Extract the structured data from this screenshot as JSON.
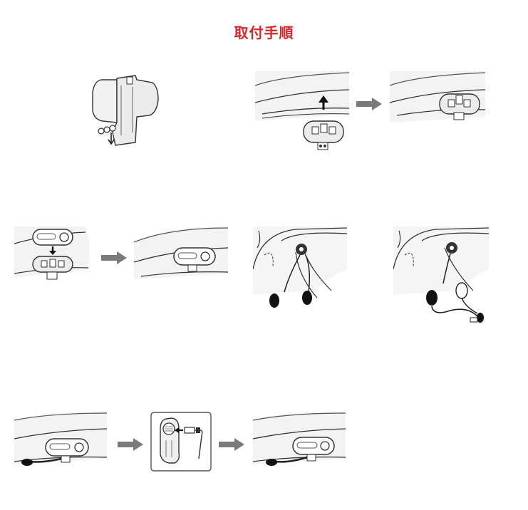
{
  "title": "取付手順",
  "colors": {
    "title": "#d6262a",
    "line": "#333333",
    "fill": "#ececec",
    "arrow": "#7a7a7a"
  },
  "steps": [
    {
      "id": "clip-unit",
      "icon": "clamp-bracket-icon"
    },
    {
      "id": "mount-slide-in",
      "icon": "helmet-mount-icon"
    },
    {
      "id": "mount-attached",
      "icon": "helmet-mount-icon"
    },
    {
      "id": "unit-slide-on",
      "icon": "unit-slide-icon"
    },
    {
      "id": "unit-attached",
      "icon": "helmet-unit-icon"
    },
    {
      "id": "speaker-placement",
      "icon": "helmet-speaker-icon"
    },
    {
      "id": "boom-mic-placement",
      "icon": "helmet-mic-icon"
    },
    {
      "id": "unit-with-mic",
      "icon": "helmet-unit-mic-icon"
    },
    {
      "id": "plug-connect",
      "icon": "plug-connector-icon"
    },
    {
      "id": "final-assembly",
      "icon": "helmet-unit-mic-icon"
    }
  ]
}
